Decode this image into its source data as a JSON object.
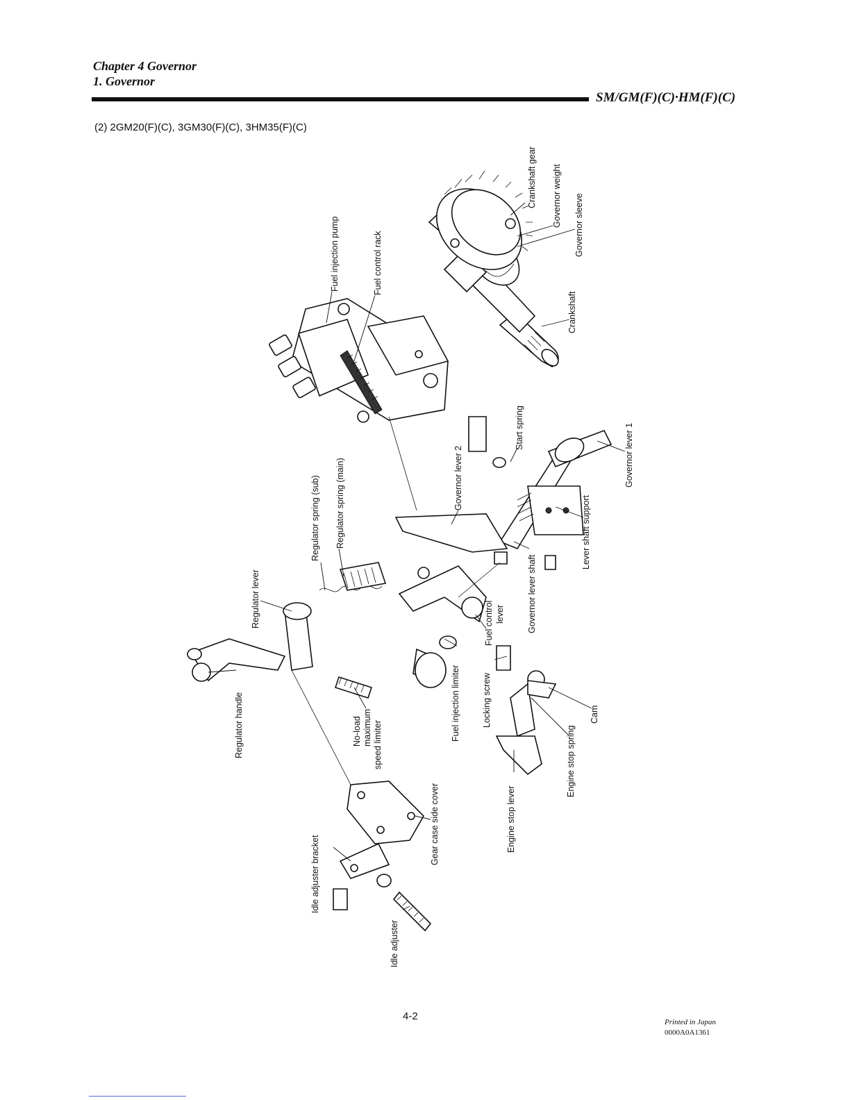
{
  "header": {
    "chapter": "Chapter 4 Governor",
    "section": "1. Governor",
    "model": "SM/GM(F)(C)·HM(F)(C)"
  },
  "subheading": "(2) 2GM20(F)(C), 3GM30(F)(C), 3HM35(F)(C)",
  "labels": {
    "crankshaft_gear": "Crankshaft gear",
    "governor_weight": "Governor weight",
    "governor_sleeve": "Governor sleeve",
    "crankshaft": "Crankshaft",
    "fuel_injection_pump": "Fuel injection pump",
    "fuel_control_rack": "Fuel control rack",
    "start_spring": "Start spring",
    "governor_lever_1": "Governor lever 1",
    "governor_lever_2": "Governor lever 2",
    "lever_shaft_support": "Lever shaft support",
    "governor_lever_shaft": "Governor lever shaft",
    "regulator_spring_sub": "Regulator spring (sub)",
    "regulator_spring_main": "Regulator spring (main)",
    "regulator_lever": "Regulator lever",
    "fuel_control_lever_1": "Fuel control",
    "fuel_control_lever_2": "lever",
    "regulator_handle": "Regulator handle",
    "no_load_1": "No-load",
    "no_load_2": "maximum",
    "no_load_3": "speed limiter",
    "fuel_injection_limiter": "Fuel injection limiter",
    "locking_screw": "Locking screw",
    "cam": "Cam",
    "engine_stop_spring": "Engine stop spring",
    "engine_stop_lever": "Engine stop lever",
    "gear_case_side_cover": "Gear case side cover",
    "idle_adjuster_bracket": "Idle adjuster bracket",
    "idle_adjuster": "Idle adjuster"
  },
  "footer": {
    "page_number": "4-2",
    "printed": "Printed in Japan",
    "code": "0000A0A1361"
  }
}
